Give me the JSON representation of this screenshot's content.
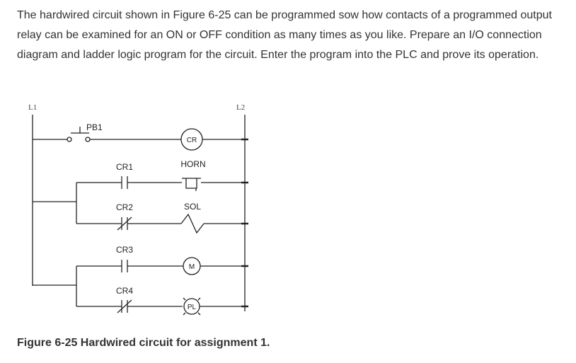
{
  "question": {
    "text": "The hardwired circuit shown in Figure 6-25 can be programmed sow how contacts of a programmed output relay can be examined for an ON or OFF condition as many times as you like. Prepare an I/O connection diagram and ladder logic program for the circuit. Enter the program into the PLC and prove its operation."
  },
  "diagram": {
    "rail_left": "L1",
    "rail_right": "L2",
    "pushbutton": "PB1",
    "coil_cr": "CR",
    "contact_1": "CR1",
    "contact_2": "CR2",
    "contact_3": "CR3",
    "contact_4": "CR4",
    "horn": "HORN",
    "solenoid": "SOL",
    "motor": "M",
    "pilot_light": "PL"
  },
  "caption": "Figure 6-25 Hardwired circuit for assignment 1.",
  "colors": {
    "text": "#333333",
    "lines": "#222222",
    "background": "#ffffff"
  }
}
